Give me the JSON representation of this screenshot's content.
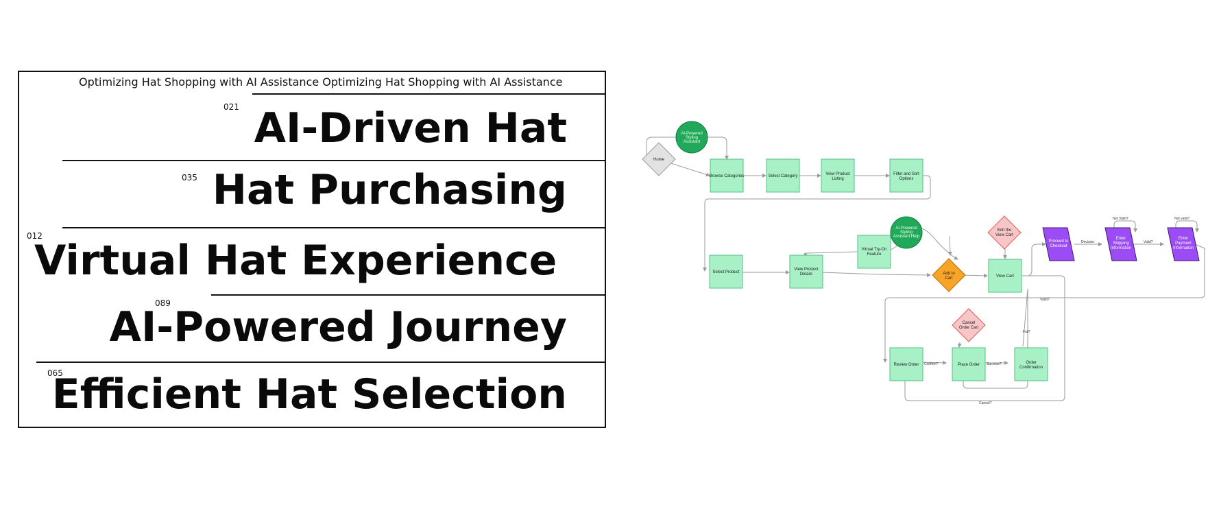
{
  "title_card": {
    "subtitle": "Optimizing Hat Shopping with AI Assistance Optimizing Hat Shopping with AI Assistance",
    "rows": [
      {
        "index": "021",
        "headline": "AI-Driven Hat"
      },
      {
        "index": "035",
        "headline": "Hat Purchasing"
      },
      {
        "index": "012",
        "headline": "Virtual Hat  Experience"
      },
      {
        "index": "089",
        "headline": "AI-Powered Journey"
      },
      {
        "index": "065",
        "headline": "Efficient Hat Selection"
      }
    ]
  },
  "flowchart": {
    "colors": {
      "process": "#a8f0c6",
      "process_border": "#55c083",
      "assistant": "#22a85a",
      "decision_start": "#e2e2e2",
      "decision_cart": "#f7a428",
      "warning": "#f8c6c6",
      "warning_border": "#e05a5a",
      "io": "#9b4cf4",
      "edge": "#9a9a9a"
    },
    "nodes": {
      "home": {
        "label": "Home"
      },
      "ai_assistant_top": {
        "lines": [
          "AI-Powered",
          "Styling",
          "Assistant"
        ]
      },
      "browse_categories": {
        "lines": [
          "Browse Categories"
        ]
      },
      "select_category": {
        "lines": [
          "Select Category"
        ]
      },
      "view_product_listing": {
        "lines": [
          "View Product",
          "Listing"
        ]
      },
      "filter_sort": {
        "lines": [
          "Filter and Sort",
          "Options"
        ]
      },
      "select_product": {
        "lines": [
          "Select Product"
        ]
      },
      "view_product_details": {
        "lines": [
          "View Product",
          "Details"
        ]
      },
      "virtual_try_on": {
        "lines": [
          "Virtual Try-On",
          "Feature"
        ]
      },
      "ai_assistant_help": {
        "lines": [
          "AI-Powered",
          "Styling",
          "Assistant Help"
        ]
      },
      "add_to_cart": {
        "lines": [
          "Add to",
          "Cart"
        ]
      },
      "edit_cart": {
        "lines": [
          "Edit the",
          "View Cart"
        ]
      },
      "view_cart": {
        "lines": [
          "View Cart"
        ]
      },
      "proceed_checkout": {
        "lines": [
          "Proceed to",
          "Checkout"
        ]
      },
      "enter_shipping": {
        "lines": [
          "Enter",
          "Shipping",
          "Information"
        ]
      },
      "enter_payment": {
        "lines": [
          "Enter",
          "Payment",
          "Information"
        ]
      },
      "cancel_order_cart": {
        "lines": [
          "Cancel",
          "Order Cart"
        ]
      },
      "review_order": {
        "lines": [
          "Review Order"
        ]
      },
      "place_order": {
        "lines": [
          "Place Order"
        ]
      },
      "order_confirmation": {
        "lines": [
          "Order",
          "Confirmation"
        ]
      }
    },
    "edge_labels": {
      "decision": "Decision",
      "valid": "Valid?",
      "not_valid": "Not Valid?",
      "not_valid_2": "Not valid?",
      "valid_2": "Valid?",
      "fail": "Fail?",
      "confirm": "Confirm?",
      "success": "Success?",
      "cancel": "Cancel?"
    }
  }
}
